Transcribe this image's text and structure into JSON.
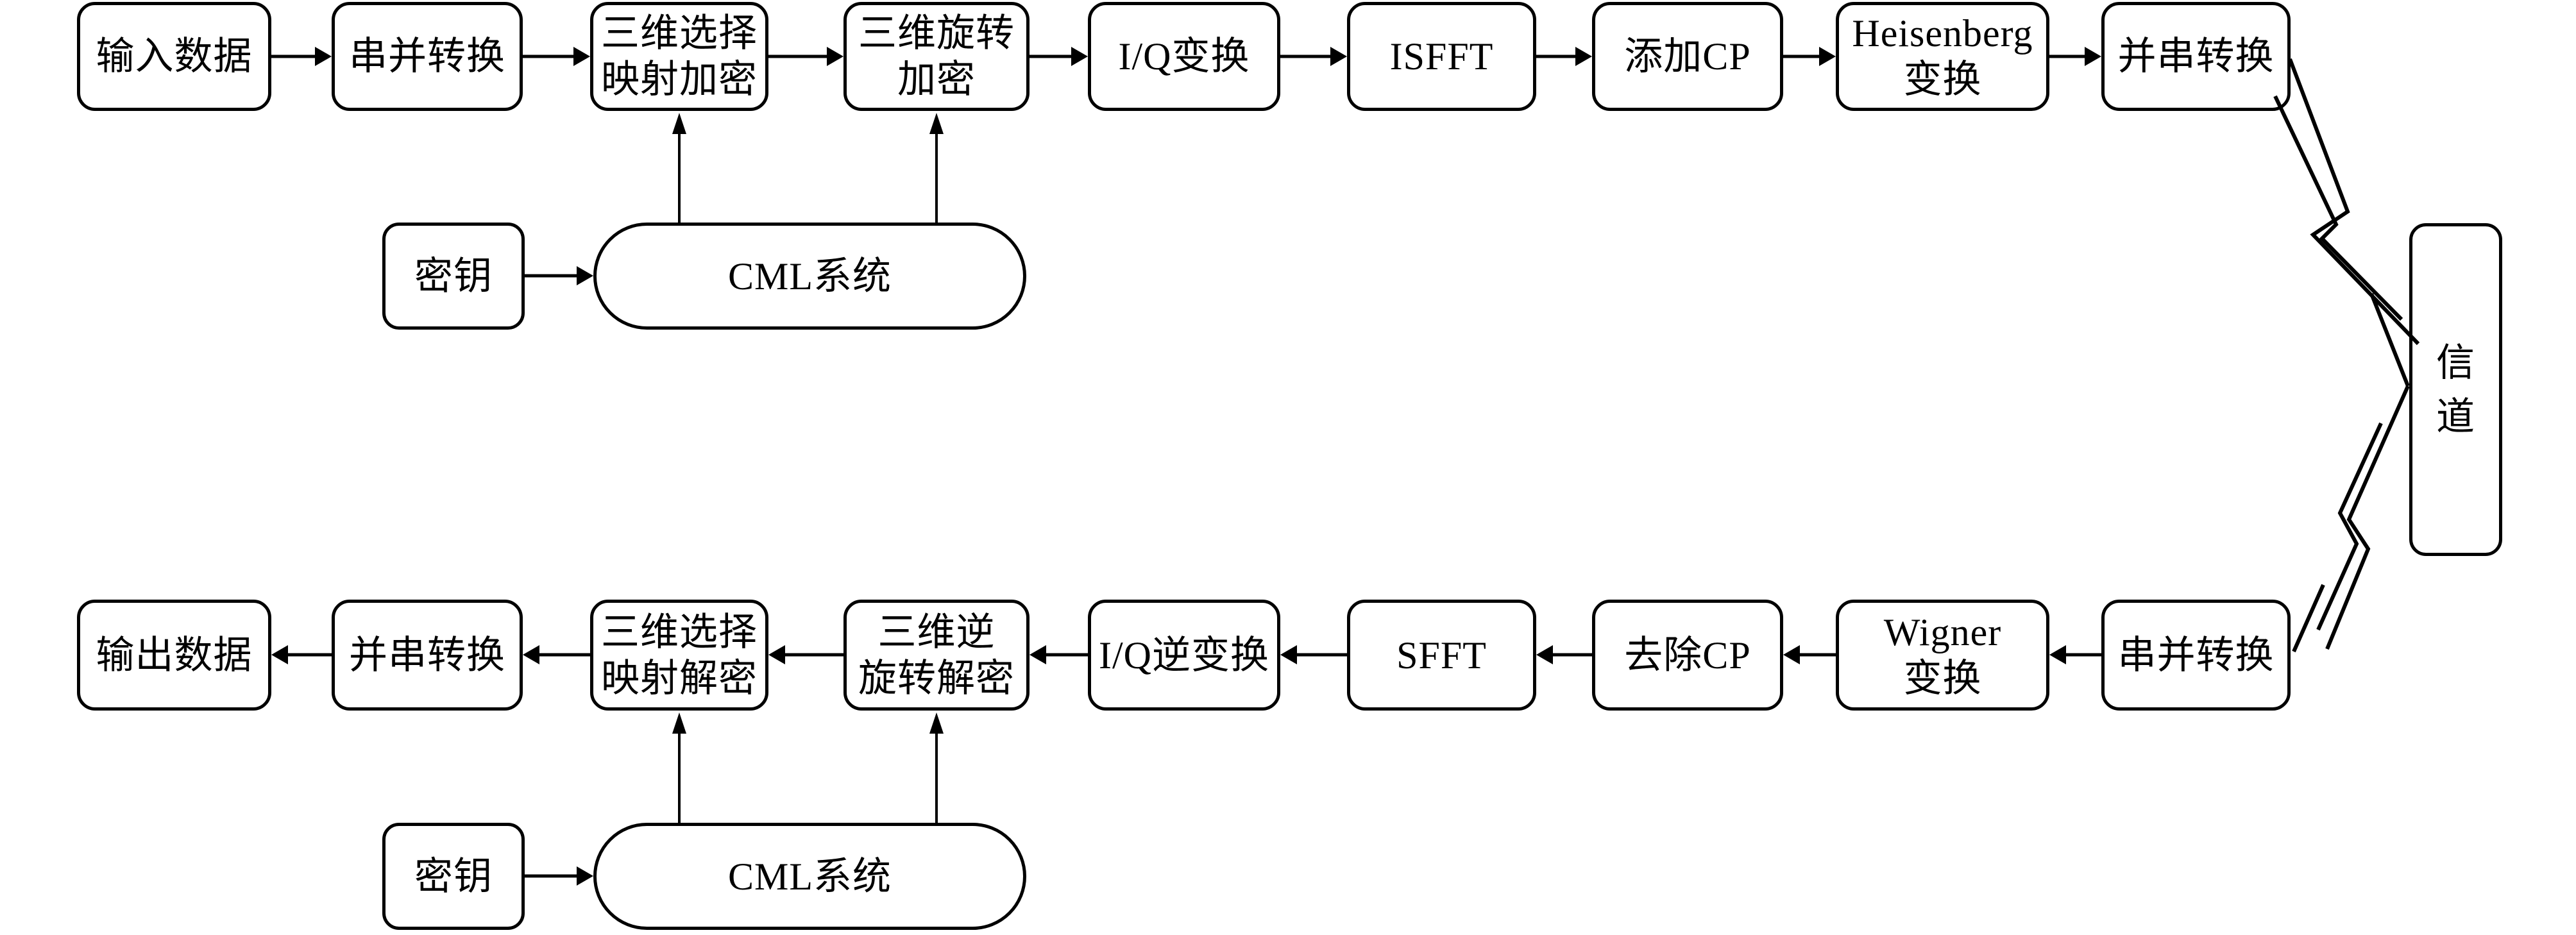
{
  "figure": {
    "colors": {
      "stroke": "#000000",
      "background": "#ffffff"
    },
    "tx_chain": [
      "输入数据",
      "串并转换",
      "三维选择\n映射加密",
      "三维旋转\n加密",
      "I/Q变换",
      "ISFFT",
      "添加CP",
      "Heisenberg\n变换",
      "并串转换"
    ],
    "channel_label": "信\n道",
    "rx_chain": [
      "输出数据",
      "并串转换",
      "三维选择\n映射解密",
      "三维逆\n旋转解密",
      "I/Q逆变换",
      "SFFT",
      "去除CP",
      "Wigner\n变换",
      "串并转换"
    ],
    "tx_key_section": {
      "key_label": "密钥",
      "cml_label": "CML系统"
    },
    "rx_key_section": {
      "key_label": "密钥",
      "cml_label": "CML系统"
    },
    "icons": {
      "tx_to_channel_link": "lightning-arrow",
      "channel_to_rx_link": "lightning-arrow",
      "flow_connector": "solid-triangle-arrow"
    }
  }
}
